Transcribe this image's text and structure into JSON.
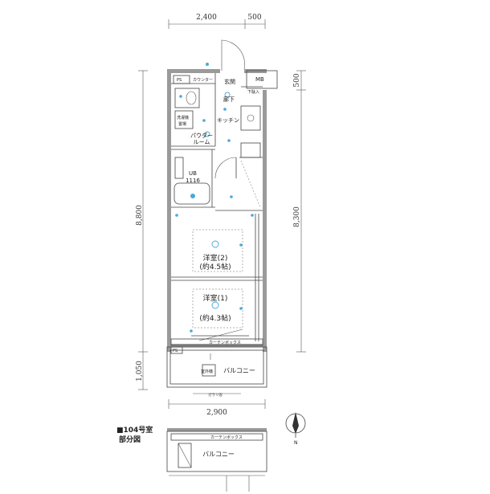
{
  "dimensions": {
    "top_width_main": "2,400",
    "top_width_side": "500",
    "bottom_width": "2,900",
    "left_height_main": "8,800",
    "left_height_balcony": "1,050",
    "right_height_main": "8,300",
    "right_height_mb": "500"
  },
  "rooms": {
    "entrance": "玄関",
    "hallway": "廊下",
    "kitchen": "キッチン",
    "powder": "パウダー",
    "powder2": "ルーム",
    "ub": "UB",
    "ub_size": "1116",
    "room2": "洋室(2)",
    "room2_size": "(約4.5帖)",
    "room1": "洋室(1)",
    "room1_size": "(約4.3帖)",
    "balcony": "バルコニー",
    "balcony_detail": "バルコニー"
  },
  "small_labels": {
    "ps_top": "PS",
    "counter": "カウンター",
    "mb": "MB",
    "shoes": "下駄入",
    "washer_a": "洗濯機",
    "washer_b": "置場",
    "curtain_box": "カーテンボックス",
    "ps_bottom": "PS",
    "curtain_box_detail": "カーテンボックス",
    "outdoor_unit": "室外機",
    "glass_note": "ガラリ窓"
  },
  "detail": {
    "title_line1": "■104号室",
    "title_line2": "部分図"
  },
  "compass": {
    "north": "N"
  }
}
